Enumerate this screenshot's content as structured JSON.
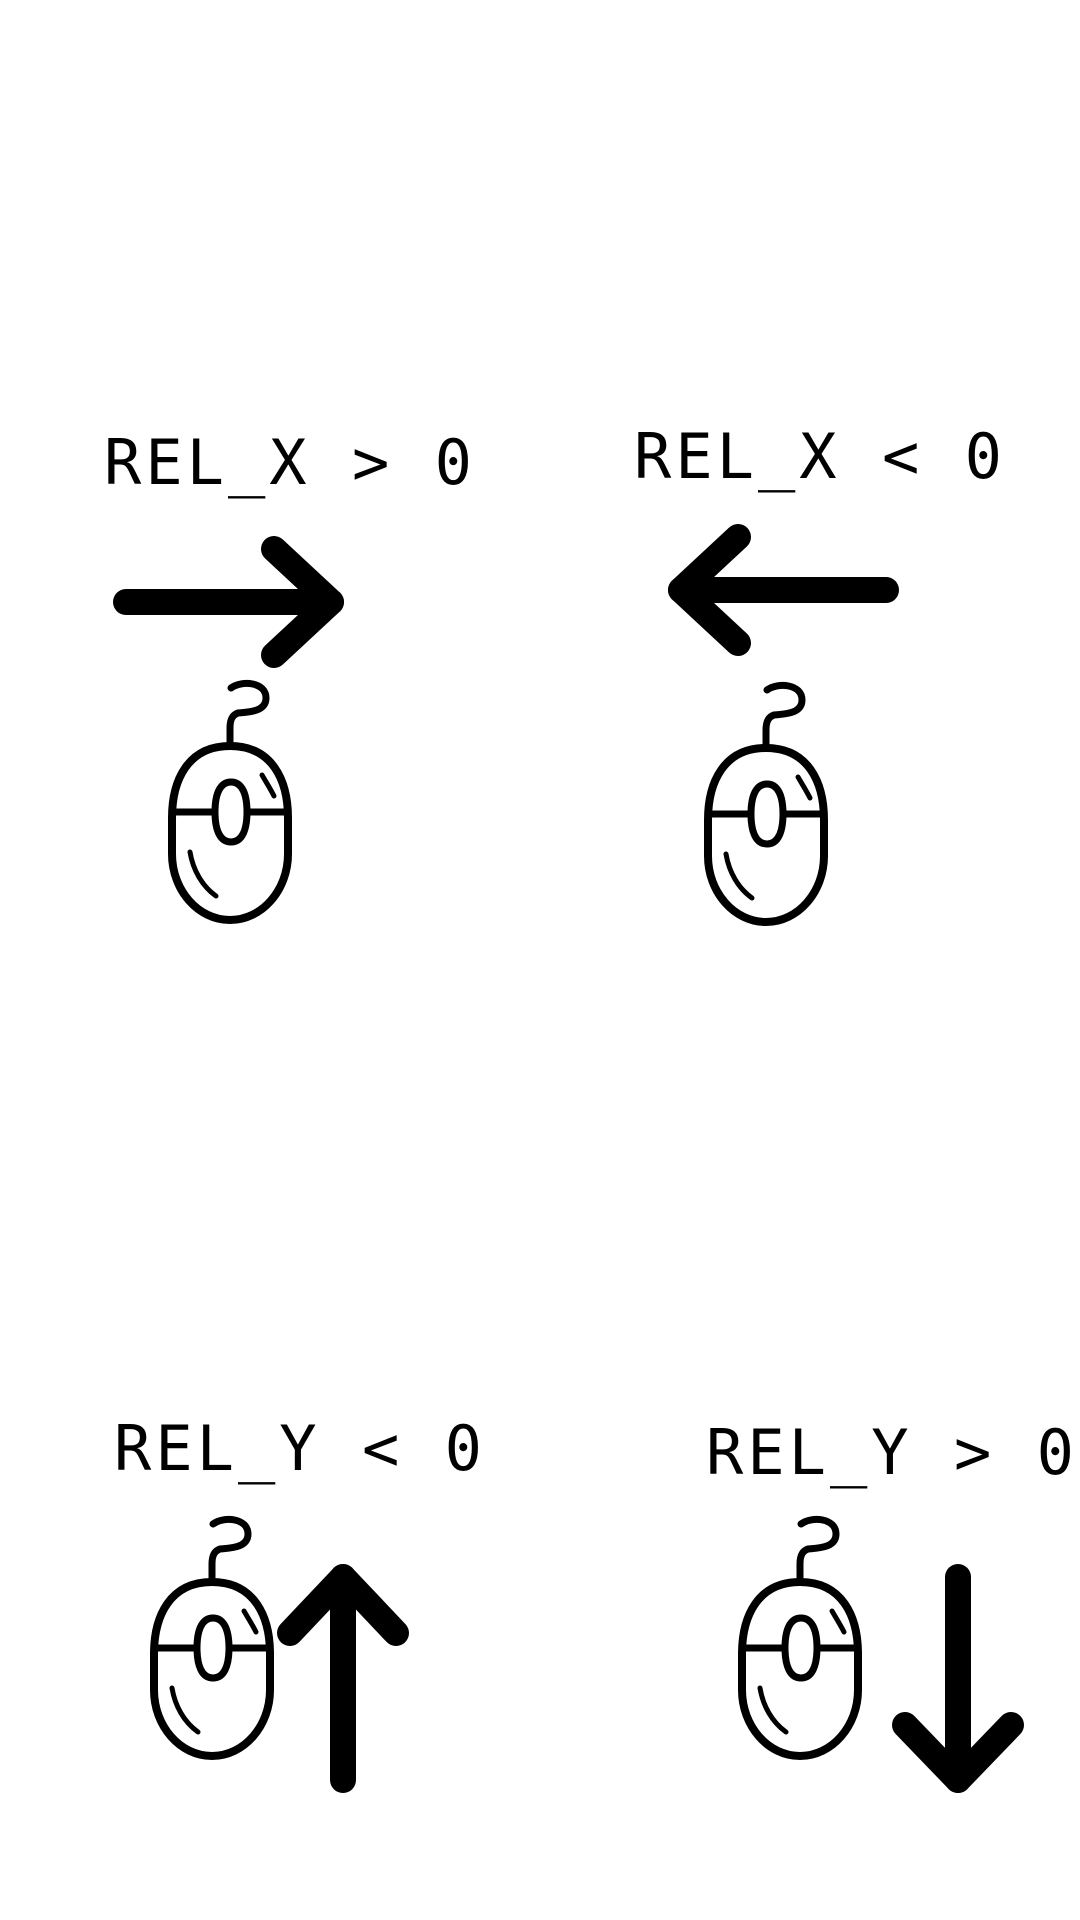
{
  "diagram": {
    "panels": [
      {
        "id": "right",
        "label": "REL_X > 0",
        "arrow_icon": "arrow-right-icon",
        "device_icon": "mouse-icon"
      },
      {
        "id": "left",
        "label": "REL_X < 0",
        "arrow_icon": "arrow-left-icon",
        "device_icon": "mouse-icon"
      },
      {
        "id": "up",
        "label": "REL_Y < 0",
        "arrow_icon": "arrow-up-icon",
        "device_icon": "mouse-icon"
      },
      {
        "id": "down",
        "label": "REL_Y > 0",
        "arrow_icon": "arrow-down-icon",
        "device_icon": "mouse-icon"
      }
    ]
  }
}
